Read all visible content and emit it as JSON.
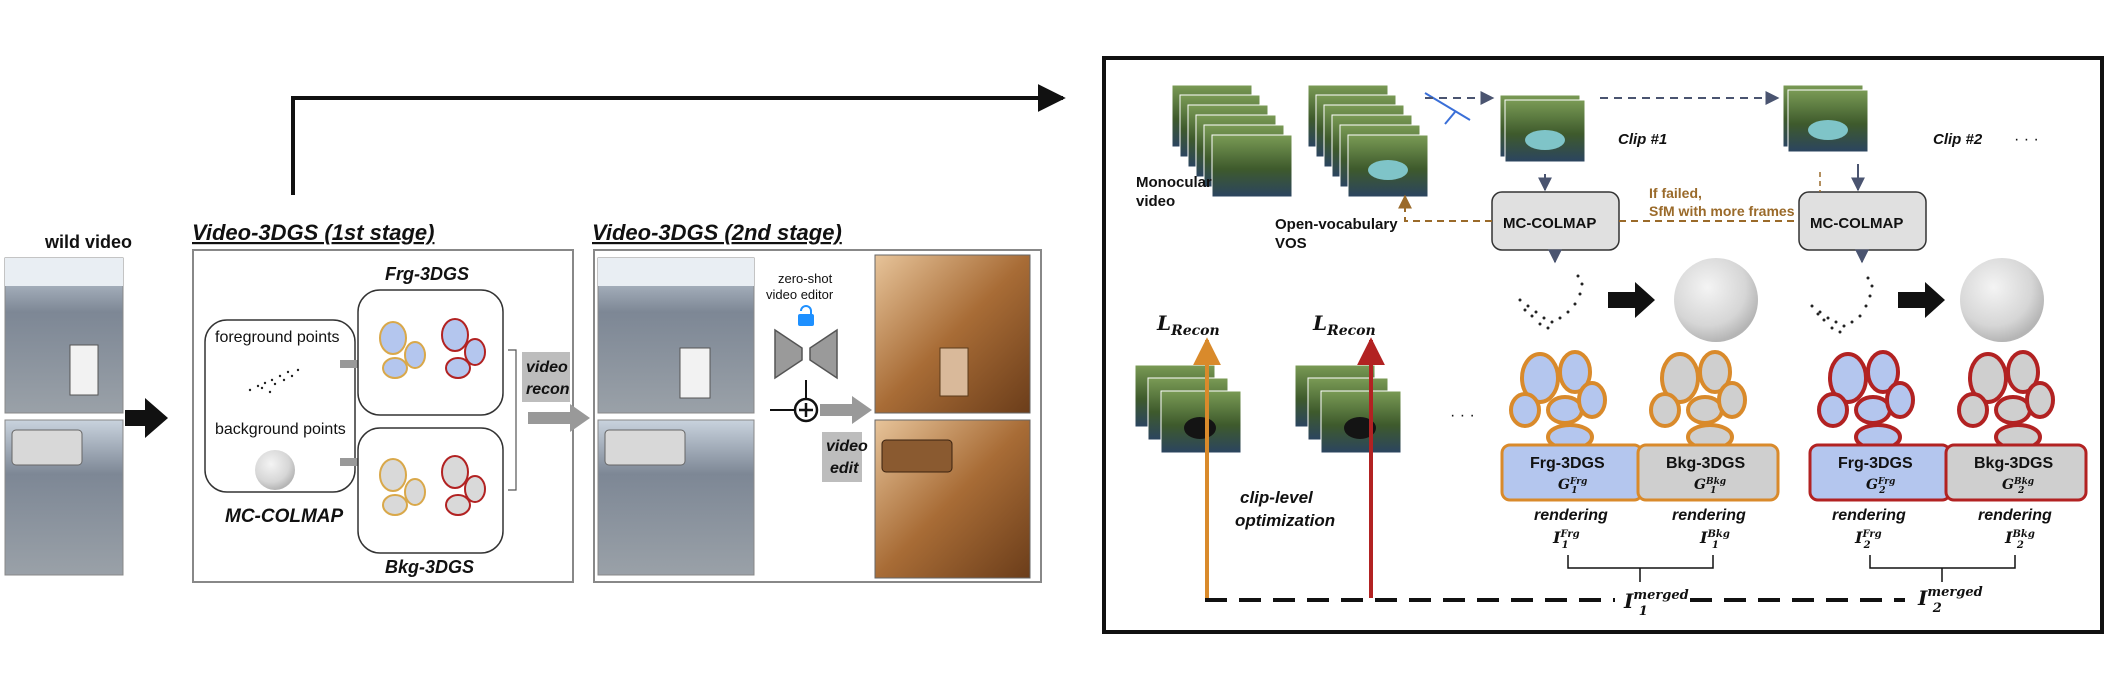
{
  "colors": {
    "foreground_blue": "#b4c6ee",
    "background_gray": "#cfcfcf",
    "orange": "#d98a2b",
    "red": "#b22222",
    "dark": "#111111",
    "colmap_fill": "#e0e0e0",
    "label_gray": "#bdbdbd",
    "flame_line": "#d59a3b"
  },
  "left": {
    "wild_video_label": "wild video",
    "stage1": {
      "title": "Video-3DGS (1st stage)",
      "foreground_points_label": "foreground points",
      "background_points_label": "background points",
      "mc_colmap_label": "MC-COLMAP",
      "frg_title": "Frg-3DGS",
      "bkg_title": "Bkg-3DGS",
      "video_recon_line1": "video",
      "video_recon_line2": "recon"
    },
    "stage2": {
      "title": "Video-3DGS (2nd stage)",
      "editor_line1": "zero-shot",
      "editor_line2": "video editor",
      "video_edit_line1": "video",
      "video_edit_line2": "edit"
    }
  },
  "right": {
    "monocular_line1": "Monocular",
    "monocular_line2": "video",
    "vos_line1": "Open-vocabulary",
    "vos_line2": "VOS",
    "clip1_label": "Clip #1",
    "clip2_label": "Clip #2",
    "ellipsis": "· · ·",
    "if_failed_line1": "If failed,",
    "if_failed_line2": "SfM with more frames",
    "mc_colmap_1": "MC-COLMAP",
    "mc_colmap_2": "MC-COLMAP",
    "l_recon_1": "L",
    "l_recon_1_sub": "Recon",
    "l_recon_2": "L",
    "l_recon_2_sub": "Recon",
    "clip_level_line1": "clip-level",
    "clip_level_line2": "optimization",
    "mid_ellipsis": "· · ·",
    "box_frg1_title": "Frg-3DGS",
    "box_frg1_math": "G",
    "box_frg1_sub": "1",
    "box_frg1_sup": "Frg",
    "box_bkg1_title": "Bkg-3DGS",
    "box_bkg1_math": "G",
    "box_bkg1_sub": "1",
    "box_bkg1_sup": "Bkg",
    "box_frg2_title": "Frg-3DGS",
    "box_frg2_math": "G",
    "box_frg2_sub": "2",
    "box_frg2_sup": "Frg",
    "box_bkg2_title": "Bkg-3DGS",
    "box_bkg2_math": "G",
    "box_bkg2_sub": "2",
    "box_bkg2_sup": "Bkg",
    "rendering": "rendering",
    "i_frg1": "I",
    "i_frg1_sub": "1",
    "i_frg1_sup": "Frg",
    "i_bkg1": "I",
    "i_bkg1_sub": "1",
    "i_bkg1_sup": "Bkg",
    "i_frg2": "I",
    "i_frg2_sub": "2",
    "i_frg2_sup": "Frg",
    "i_bkg2": "I",
    "i_bkg2_sub": "2",
    "i_bkg2_sup": "Bkg",
    "merged1": "I",
    "merged1_sub": "1",
    "merged1_sup": "merged",
    "merged2": "I",
    "merged2_sub": "2",
    "merged2_sup": "merged"
  }
}
